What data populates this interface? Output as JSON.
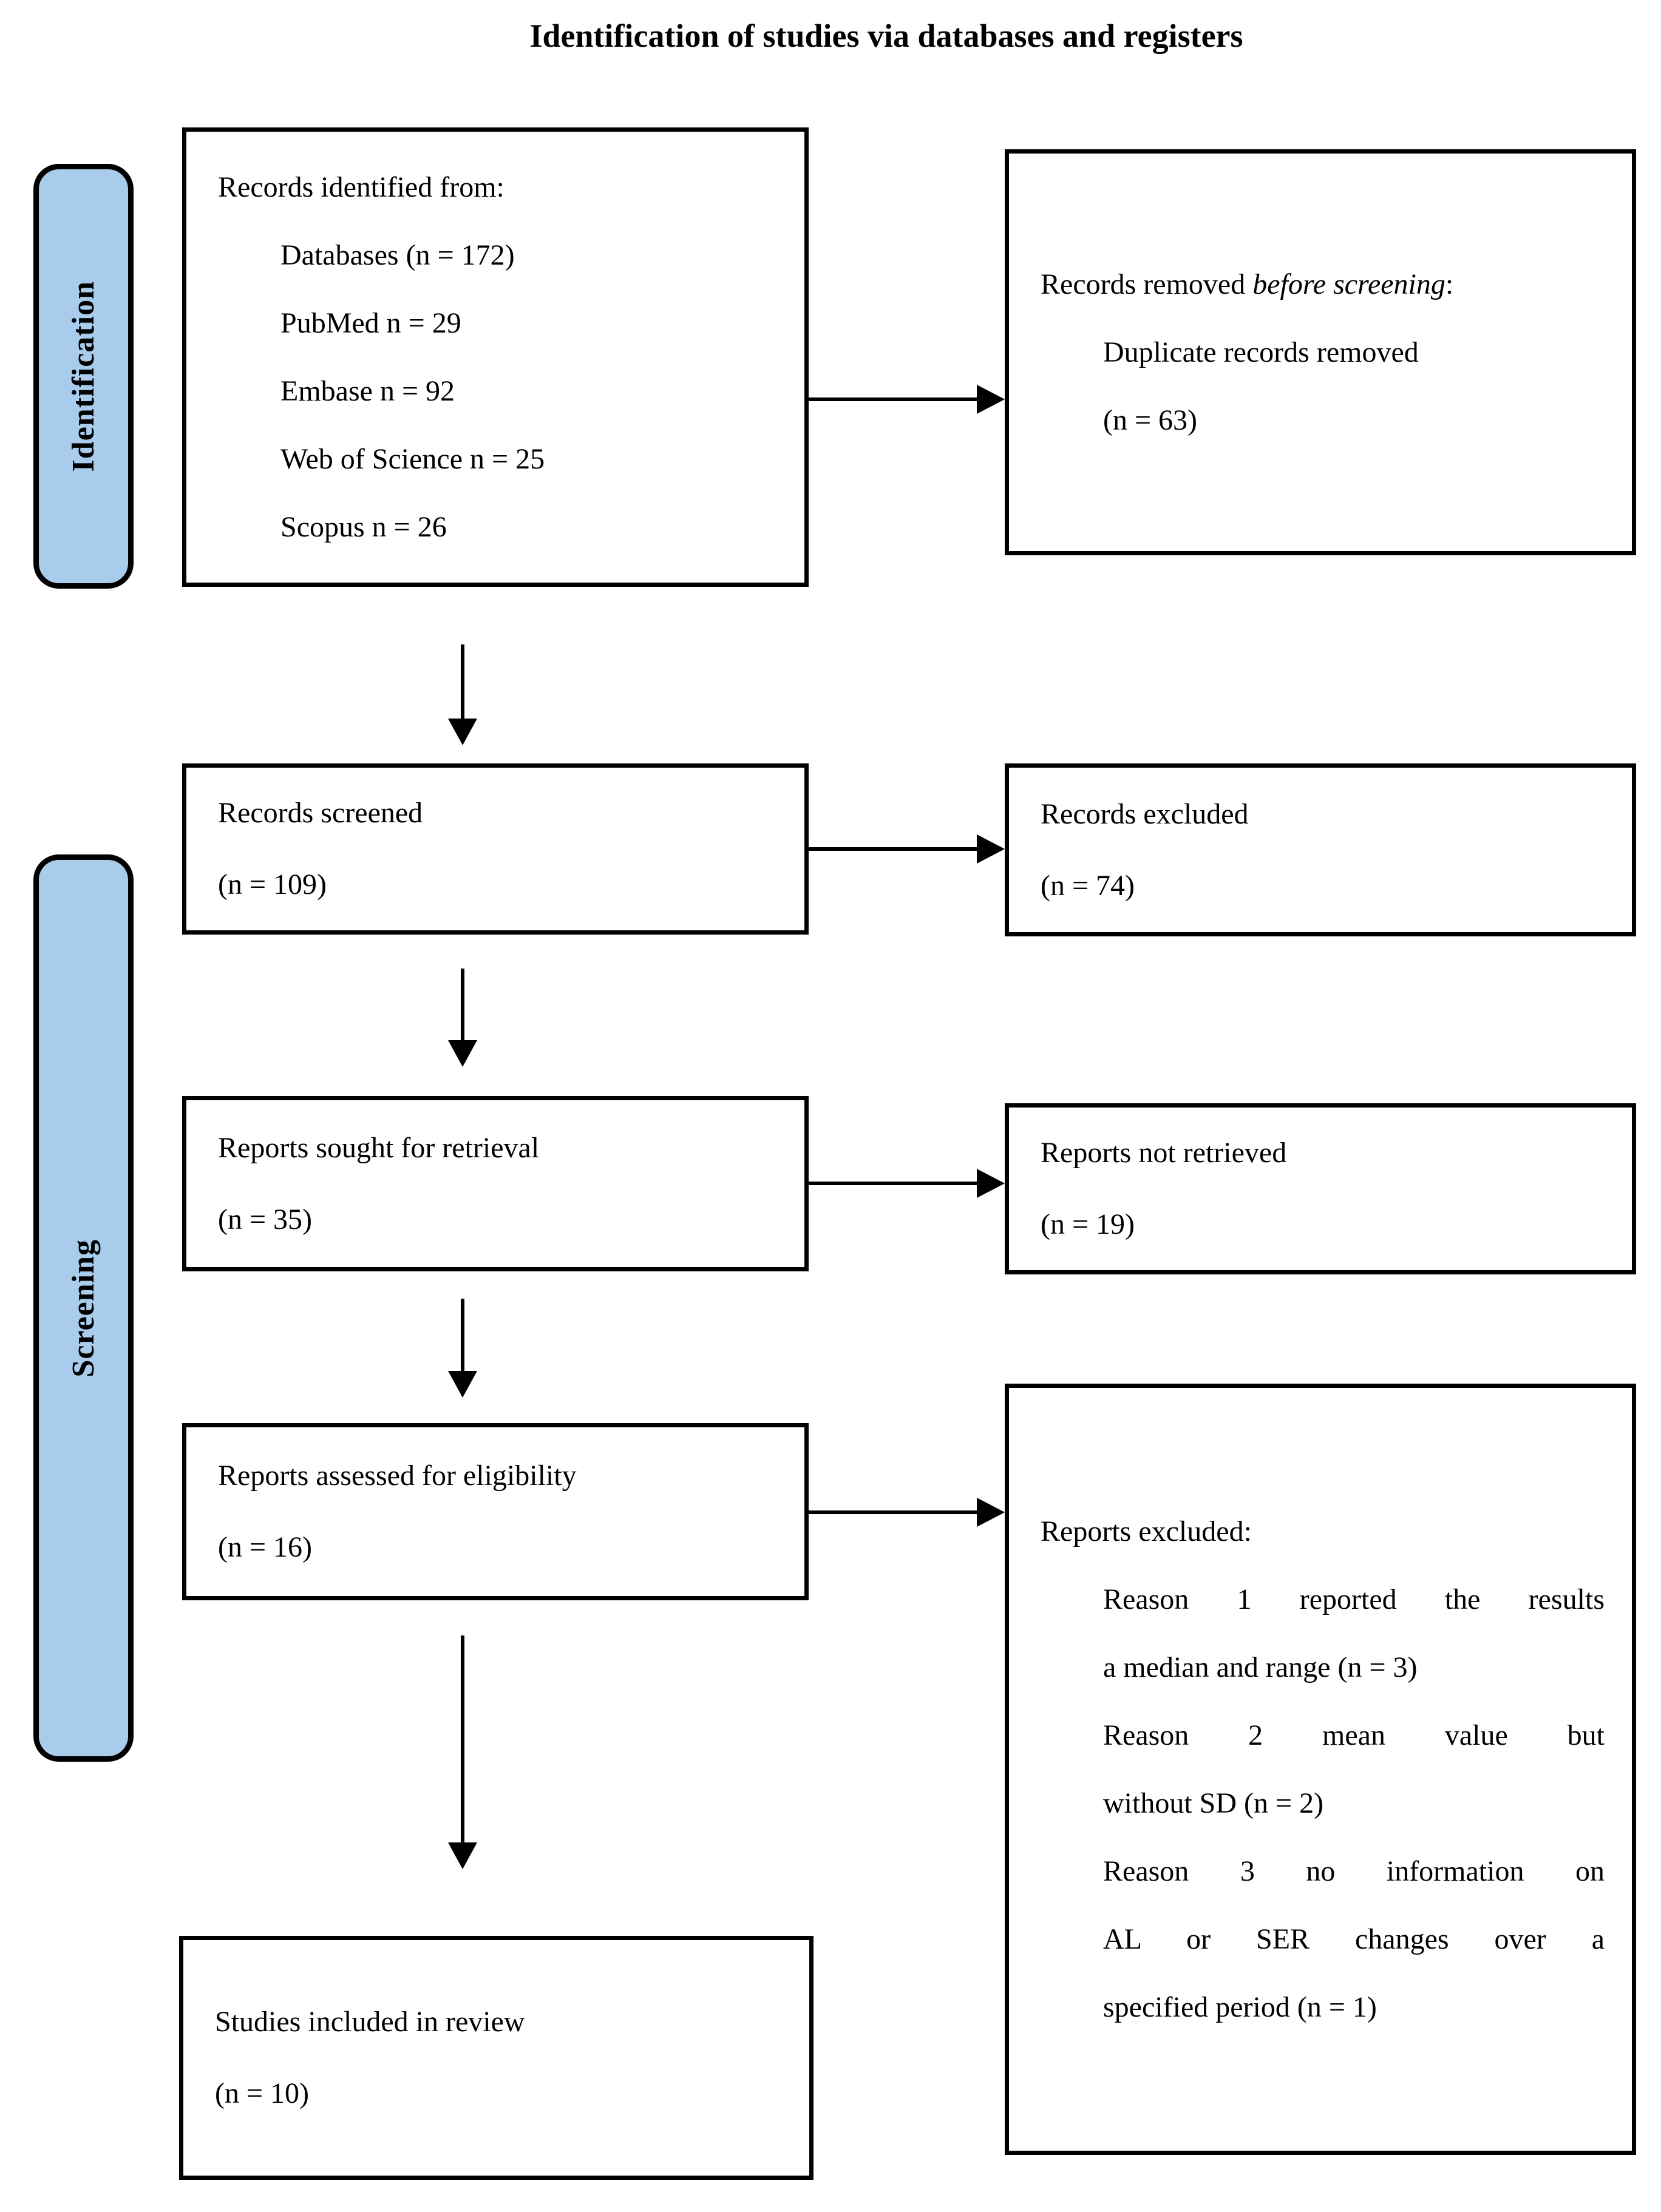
{
  "title": "Identification of studies via databases and registers",
  "sidebar": {
    "identification": "Identification",
    "screening": "Screening"
  },
  "colors": {
    "sidebar_fill": "#A9CCEC",
    "border": "#000000"
  },
  "boxes": {
    "records_identified": {
      "heading": "Records identified from:",
      "items": [
        "Databases (n = 172)",
        "PubMed n = 29",
        "Embase n = 92",
        "Web of Science n = 25",
        "Scopus n = 26"
      ]
    },
    "records_removed": {
      "prefix": "Records removed ",
      "italic": "before screening",
      "suffix": ":",
      "items": [
        "Duplicate records removed",
        "(n = 63)"
      ]
    },
    "records_screened": {
      "lines": [
        "Records screened",
        "(n = 109)"
      ]
    },
    "records_excluded": {
      "lines": [
        "Records excluded",
        "(n = 74)"
      ]
    },
    "reports_sought": {
      "lines": [
        "Reports sought for retrieval",
        "(n = 35)"
      ]
    },
    "reports_not_retrieved": {
      "lines": [
        "Reports not retrieved",
        "(n = 19)"
      ]
    },
    "reports_assessed": {
      "lines": [
        "Reports assessed for eligibility",
        "(n = 16)"
      ]
    },
    "reports_excluded": {
      "heading": "Reports excluded:",
      "reasons": [
        "Reason 1 reported the results",
        "a median and range (n = 3)",
        "Reason 2 mean value but",
        "without SD (n = 2)",
        "Reason 3 no information on",
        "AL or SER changes over a",
        "specified period (n = 1)"
      ]
    },
    "studies_included": {
      "lines": [
        "Studies included in review",
        "(n = 10)"
      ]
    }
  }
}
